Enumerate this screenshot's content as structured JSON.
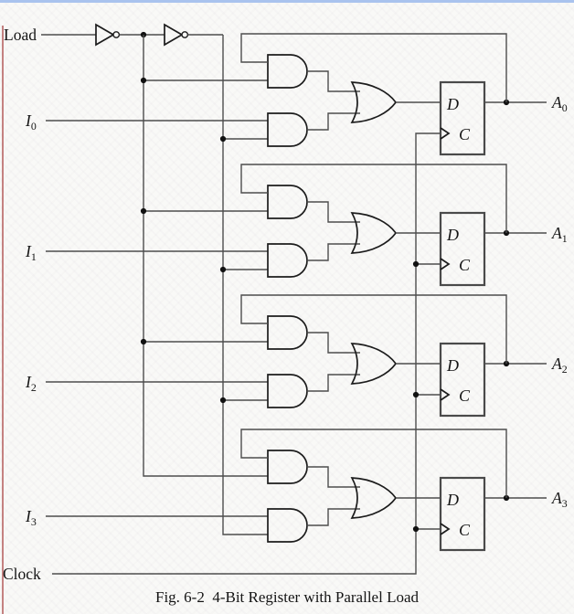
{
  "figure": {
    "caption": "Fig. 6-2  4-Bit Register with Parallel Load"
  },
  "labels": {
    "load": "Load",
    "clock": "Clock",
    "flipflop_d": "D",
    "flipflop_c": "C"
  },
  "stages": [
    {
      "input": "I",
      "input_sub": "0",
      "output": "A",
      "output_sub": "0"
    },
    {
      "input": "I",
      "input_sub": "1",
      "output": "A",
      "output_sub": "1"
    },
    {
      "input": "I",
      "input_sub": "2",
      "output": "A",
      "output_sub": "2"
    },
    {
      "input": "I",
      "input_sub": "3",
      "output": "A",
      "output_sub": "3"
    }
  ],
  "colors": {
    "wire": "#4d4d4d",
    "gate": "#1c1c1c",
    "flipflop": "#4a4a4a",
    "dot": "#111111",
    "text": "#141414",
    "top_border": "#a9c3ee",
    "left_border": "#b35a5a",
    "background": "#f9f9f7"
  }
}
